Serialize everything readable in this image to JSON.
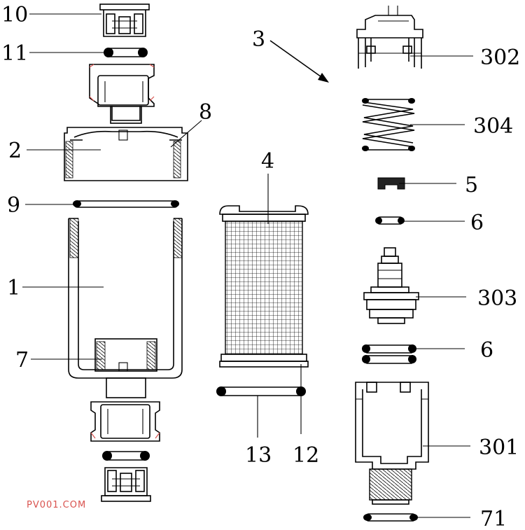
{
  "watermark": "PV001.COM",
  "callouts": {
    "c10": "10",
    "c11": "11",
    "c8": "8",
    "c2": "2",
    "c9": "9",
    "c1": "1",
    "c7": "7",
    "c3": "3",
    "c302": "302",
    "c304": "304",
    "c4": "4",
    "c5": "5",
    "c6a": "6",
    "c303": "303",
    "c6b": "6",
    "c13": "13",
    "c12": "12",
    "c301": "301",
    "c71": "71"
  },
  "colors": {
    "line": "#000000",
    "seal_accent": "#d9534f",
    "watermark": "#d9534f"
  }
}
